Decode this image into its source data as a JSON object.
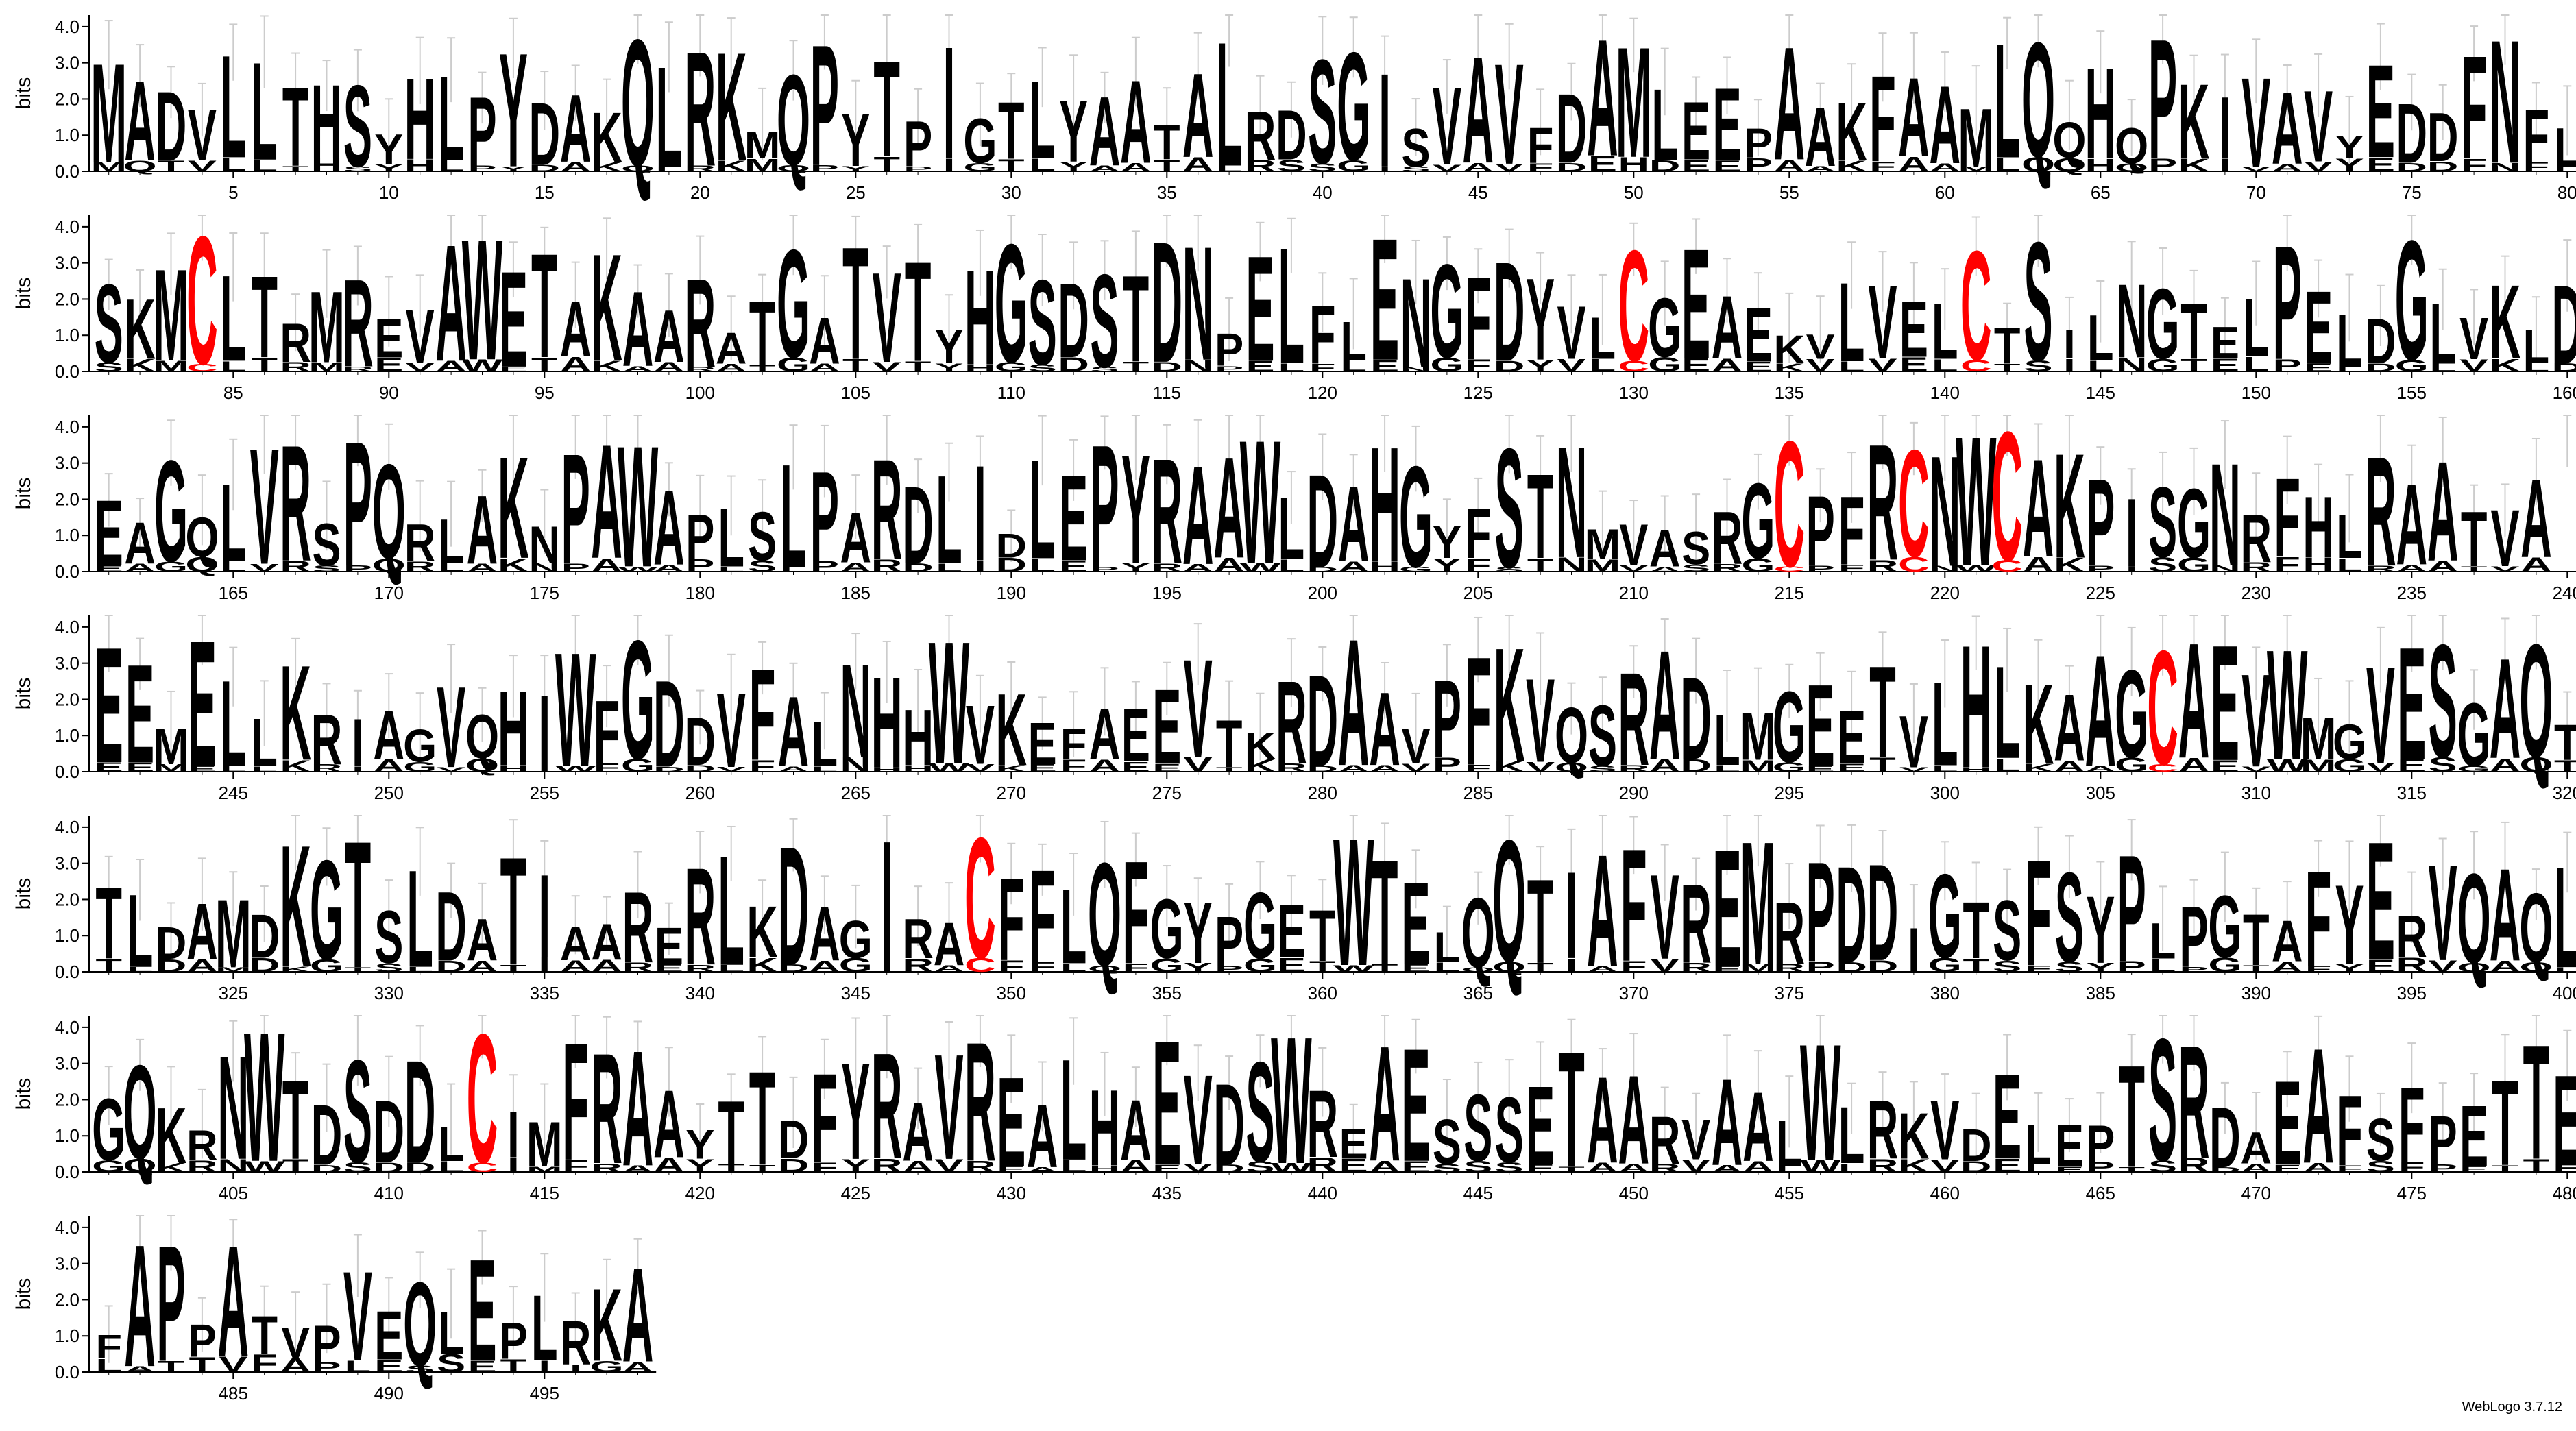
{
  "chart_data": {
    "type": "sequence_logo",
    "ylabel": "bits",
    "yticks": [
      "0.0",
      "1.0",
      "2.0",
      "3.0",
      "4.0"
    ],
    "ylim": [
      0,
      4.32
    ],
    "grid": false,
    "error_bars": true,
    "colors": {
      "default": "#000000",
      "C": "#ff0000",
      "errorbar": "#cccccc",
      "axis": "#000000"
    },
    "rows": [
      {
        "start": 1,
        "end": 80,
        "xticks": [
          5,
          10,
          15,
          20,
          25,
          30,
          35,
          40,
          45,
          50,
          55,
          60,
          65,
          70,
          75,
          80
        ],
        "consensus": "MADVLLTHSYHLPYDAKQLRKMQPYTPIGTLYAATALRDSGISVAVFDAMLEEPAAKFAAMLQQHQPKIVAVYEDDFNFL",
        "secondary": "?QT???????????????????????????????????S?????????EHDE?????????????????????????????"
      },
      {
        "start": 81,
        "end": 160,
        "xticks": [
          85,
          90,
          95,
          100,
          105,
          110,
          115,
          120,
          125,
          130,
          135,
          140,
          145,
          150,
          155,
          160
        ],
        "consensus": "SKMCLTRMREVAWETAKAARATGATVTYHGSDSTDNPELFLENGFDYVLCGEAEKVLVELCTSILNGTELPELDGLVKLD",
        "secondary": "????????????????????????????????????????????????????????????????????????????????"
      },
      {
        "start": 161,
        "end": 240,
        "xticks": [
          165,
          170,
          175,
          180,
          185,
          190,
          195,
          200,
          205,
          210,
          215,
          220,
          225,
          230,
          235,
          240
        ],
        "consensus": "EAGQLVRSPQRLAKNPAWAPLSLPARDLIDLEPYRAAWLDAHGYFSTNMVASRGCPFRCNWCAKPISGNRFHLRAATVA",
        "secondary": "????????????????????????????????????????????????????????????????????????????????"
      },
      {
        "start": 241,
        "end": 320,
        "xticks": [
          245,
          250,
          255,
          260,
          265,
          270,
          275,
          280,
          285,
          290,
          295,
          300,
          305,
          310,
          315,
          320
        ],
        "consensus": "EEMELLKRIAGVQHIWFGDDVFALNHHWVKEFAEEVTKRDAAVPFKVQSRADLMGEETVLHLKAAGCAEVWMGVESGAQT",
        "secondary": "????????????????????????????????????????????????????????????????????????????????"
      },
      {
        "start": 321,
        "end": 400,
        "xticks": [
          325,
          330,
          335,
          340,
          345,
          350,
          355,
          360,
          365,
          370,
          375,
          380,
          385,
          390,
          395,
          400
        ],
        "consensus": "TLDAMDKGTSLDATIAARERLKDAGIRACFFLQFGYPGETWTELQQTIAFVREMRPDDIGTSFSYPLPGTAFYERVQAQL",
        "secondary": "????????????????????????????????????????????????????????????????????????????????"
      },
      {
        "start": 401,
        "end": 480,
        "xticks": [
          405,
          410,
          415,
          420,
          425,
          430,
          435,
          440,
          445,
          450,
          455,
          460,
          465,
          470,
          475,
          480
        ],
        "consensus": "GQKRNWTDSDDLCIMFRAAYTTDFYRAVREALHAEVDSWREAESSSETAARVAALWLRKVDELEPTSRDAEAFSFPETTEA",
        "secondary": "????????????????????????????????????????????????????????????????????????????????"
      },
      {
        "start": 481,
        "end": 498,
        "xticks": [
          485,
          490,
          495
        ],
        "consensus": "FAPPATVPVEQLEPLRKA",
        "secondary": "L?TTVFA?L?SS?TIIG?"
      }
    ]
  },
  "credit": "WebLogo 3.7.12"
}
